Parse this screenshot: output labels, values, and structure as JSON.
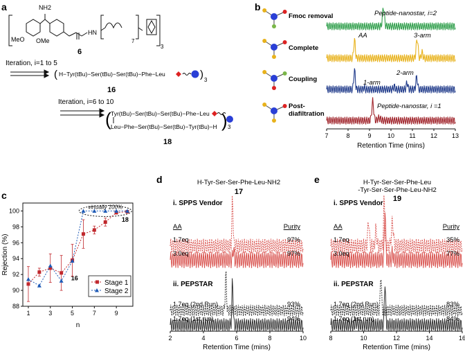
{
  "panels": {
    "a": "a",
    "b": "b",
    "c": "c",
    "d": "d",
    "e": "e"
  },
  "panel_a": {
    "compound6_id": "6",
    "nh2": "NH2",
    "meo1": "MeO",
    "meo2": "OMe",
    "hn": "HN",
    "subscript_7": "7",
    "subscript_3": "3",
    "iter1_label": "Iteration, i=1 to 5",
    "seq16": "H−Tyr(tBu)−Ser(tBu)−Ser(tBu)−Phe−Leu",
    "compound16_id": "16",
    "iter2_label": "Iteration, i=6 to 10",
    "seq18_top": "Tyr(tBu)−Ser(tBu)−Ser(tBu)−Phe−Leu",
    "seq18_bottom": "Leu−Phe−Ser(tBu)−Ser(tBu)−Tyr(tBu)−H",
    "compound18_id": "18"
  },
  "chart_data": [
    {
      "id": "b",
      "type": "line",
      "xlabel": "Retention Time (mins)",
      "x_ticks": [
        7,
        8,
        9,
        10,
        11,
        12,
        13
      ],
      "xlim": [
        7,
        13
      ],
      "traces": [
        {
          "label": "Fmoc removal",
          "color": "#2e9e4a",
          "annotations": [
            "Peptide-nanostar, i=2"
          ],
          "peaks": [
            {
              "x": 9.65,
              "h": 1.0,
              "w": 0.06
            }
          ]
        },
        {
          "label": "Complete",
          "color": "#e8b21c",
          "annotations": [
            "AA",
            "3-arm"
          ],
          "peaks": [
            {
              "x": 8.3,
              "h": 0.95,
              "w": 0.05
            },
            {
              "x": 11.22,
              "h": 1.0,
              "w": 0.06
            },
            {
              "x": 11.45,
              "h": 0.3,
              "w": 0.05
            }
          ]
        },
        {
          "label": "Coupling",
          "color": "#1f3a8a",
          "annotations": [
            "2-arm",
            "1-arm"
          ],
          "peaks": [
            {
              "x": 8.3,
              "h": 1.0,
              "w": 0.05
            },
            {
              "x": 8.75,
              "h": 0.1,
              "w": 0.04
            },
            {
              "x": 10.15,
              "h": 0.15,
              "w": 0.05
            },
            {
              "x": 10.75,
              "h": 0.35,
              "w": 0.05
            },
            {
              "x": 11.2,
              "h": 0.65,
              "w": 0.05
            }
          ]
        },
        {
          "label": "Post-\ndiafiltration",
          "color": "#a0242b",
          "annotations": [
            "Peptide-nanostar, i =1"
          ],
          "peaks": [
            {
              "x": 9.15,
              "h": 1.0,
              "w": 0.06
            },
            {
              "x": 9.45,
              "h": 0.12,
              "w": 0.1
            }
          ]
        }
      ]
    },
    {
      "id": "c",
      "type": "line",
      "xlabel": "n",
      "ylabel": "Rejection (%)",
      "x_ticks": [
        1,
        3,
        5,
        7,
        9
      ],
      "y_ticks": [
        88,
        90,
        92,
        94,
        96,
        98,
        100
      ],
      "xlim": [
        0.5,
        10.5
      ],
      "ylim": [
        88,
        101
      ],
      "annotation": "virtually 100%",
      "labels": [
        "16",
        "18"
      ],
      "legend_position": "bottom-right",
      "series": [
        {
          "name": "Stage 1",
          "color": "#c0282d",
          "marker": "square",
          "x": [
            1,
            2,
            3,
            4,
            5,
            6,
            7,
            8,
            9,
            10
          ],
          "y": [
            90.8,
            92.3,
            92.8,
            92.2,
            93.8,
            97.1,
            97.6,
            98.6,
            99.8,
            99.9
          ],
          "err": [
            2.2,
            0.5,
            1.8,
            2.2,
            2.0,
            1.8,
            0.5,
            0.5,
            0.2,
            0.1
          ]
        },
        {
          "name": "Stage 2",
          "color": "#1e5ab6",
          "marker": "triangle",
          "x": [
            1,
            2,
            3,
            4,
            5,
            6,
            7,
            8,
            9,
            10
          ],
          "y": [
            91.4,
            90.6,
            93.1,
            91.2,
            93.7,
            100,
            100,
            100,
            100,
            100
          ]
        }
      ]
    },
    {
      "id": "d",
      "type": "line",
      "title": "H-Tyr-Ser-Ser-Phe-Leu-NH2",
      "compound_id": "17",
      "xlabel": "Retention Time (mins)",
      "x_ticks": [
        2,
        4,
        6,
        8,
        10
      ],
      "xlim": [
        2,
        10
      ],
      "section1": "i. SPPS Vendor",
      "section2": "ii. PEPSTAR",
      "col_aa": "AA",
      "col_purity": "Purity",
      "traces": [
        {
          "label": "1.7eq",
          "purity": "97%",
          "color": "#d9534f",
          "dash": true,
          "peaks": [
            {
              "x": 5.75,
              "h": 1.0,
              "w": 0.05
            }
          ]
        },
        {
          "label": "3.0eq",
          "purity": "97%",
          "color": "#d9534f",
          "dash": false,
          "peaks": [
            {
              "x": 5.8,
              "h": 0.2,
              "w": 0.05
            }
          ]
        },
        {
          "label": "1.7eq (2nd Run)",
          "purity": "93%",
          "color": "#333333",
          "dash": true,
          "peaks": [
            {
              "x": 5.35,
              "h": 1.0,
              "w": 0.05
            }
          ]
        },
        {
          "label": "1.7eq (1st run)",
          "purity": "94%",
          "color": "#333333",
          "dash": false,
          "peaks": [
            {
              "x": 5.75,
              "h": 1.0,
              "w": 0.05
            }
          ]
        }
      ]
    },
    {
      "id": "e",
      "type": "line",
      "title": "H-Tyr-Ser-Ser-Phe-Leu\n-Tyr-Ser-Ser-Phe-Leu-NH2",
      "compound_id": "19",
      "xlabel": "Retention Time (mins)",
      "x_ticks": [
        8,
        10,
        12,
        14,
        16
      ],
      "xlim": [
        8,
        16
      ],
      "section1": "i. SPPS Vendor",
      "section2": "ii. PEPSTAR",
      "col_aa": "AA",
      "col_purity": "Purity",
      "traces": [
        {
          "label": "1.7eq",
          "purity": "35%",
          "color": "#d9534f",
          "dash": true,
          "peaks": [
            {
              "x": 10.3,
              "h": 0.55,
              "w": 0.06
            },
            {
              "x": 10.75,
              "h": 0.35,
              "w": 0.06
            },
            {
              "x": 11.25,
              "h": 1.0,
              "w": 0.05
            },
            {
              "x": 11.75,
              "h": 0.5,
              "w": 0.08
            }
          ]
        },
        {
          "label": "3.0eq",
          "purity": "77%",
          "color": "#d9534f",
          "dash": false,
          "peaks": [
            {
              "x": 11.3,
              "h": 1.0,
              "w": 0.05
            },
            {
              "x": 11.75,
              "h": 0.12,
              "w": 0.06
            }
          ]
        },
        {
          "label": "1.7eq (2nd Run)",
          "purity": "83%",
          "color": "#333333",
          "dash": true,
          "peaks": [
            {
              "x": 11.05,
              "h": 1.0,
              "w": 0.05
            }
          ]
        },
        {
          "label": "1.7eq (1st run)",
          "purity": "84%",
          "color": "#333333",
          "dash": false,
          "peaks": [
            {
              "x": 9.55,
              "h": 0.06,
              "w": 0.08
            },
            {
              "x": 11.3,
              "h": 1.0,
              "w": 0.05
            }
          ]
        }
      ]
    }
  ]
}
